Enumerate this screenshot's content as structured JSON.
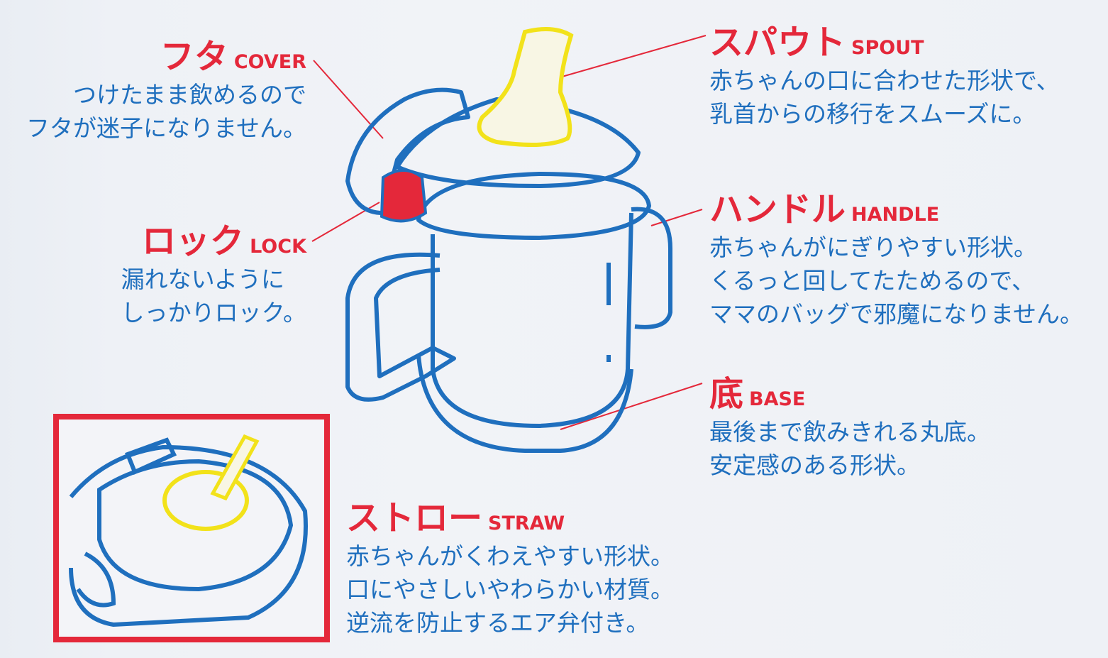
{
  "colors": {
    "label": "#e4283a",
    "text": "#1f6fbe",
    "outline": "#1f6fbe",
    "spout": "#f2e21a",
    "lock": "#e4283a"
  },
  "parts": {
    "cover": {
      "jp": "フタ",
      "en": "COVER",
      "lines": [
        "つけたまま飲めるので",
        "フタが迷子になりません。"
      ]
    },
    "spout": {
      "jp": "スパウト",
      "en": "SPOUT",
      "lines": [
        "赤ちゃんの口に合わせた形状で、",
        "乳首からの移行をスムーズに。"
      ]
    },
    "handle": {
      "jp": "ハンドル",
      "en": "HANDLE",
      "lines": [
        "赤ちゃんがにぎりやすい形状。",
        "くるっと回してたためるので、",
        "ママのバッグで邪魔になりません。"
      ]
    },
    "lock": {
      "jp": "ロック",
      "en": "LOCK",
      "lines": [
        "漏れないように",
        "しっかりロック。"
      ]
    },
    "base": {
      "jp": "底",
      "en": "BASE",
      "lines": [
        "最後まで飲みきれる丸底。",
        "安定感のある形状。"
      ]
    },
    "straw": {
      "jp": "ストロー",
      "en": "STRAW",
      "lines": [
        "赤ちゃんがくわえやすい形状。",
        "口にやさしいやわらかい材質。",
        "逆流を防止するエア弁付き。"
      ]
    }
  }
}
